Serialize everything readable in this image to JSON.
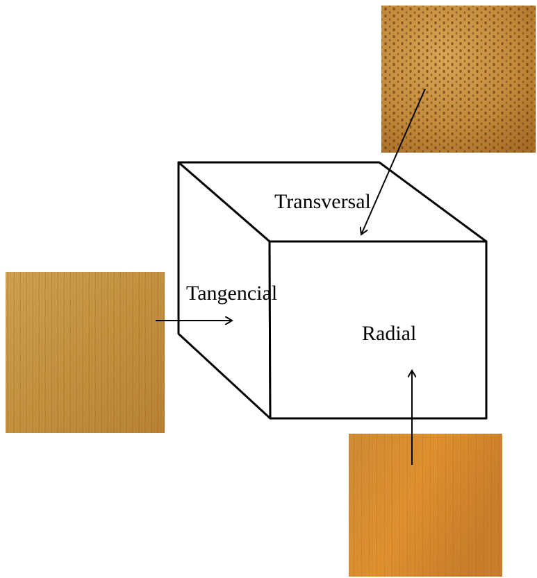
{
  "labels": {
    "top_face": "Transversal",
    "left_face": "Tangencial",
    "front_face": "Radial"
  },
  "samples": [
    {
      "name": "transversal-sample",
      "section": "top_face"
    },
    {
      "name": "tangencial-sample",
      "section": "left_face"
    },
    {
      "name": "radial-sample",
      "section": "front_face"
    }
  ],
  "colors": {
    "line": "#000000",
    "transversal_base": "#c28a3a",
    "transversal_pore": "#6b3f14",
    "tangencial_base": "#c99a48",
    "radial_base": "#d88a2e",
    "grain_dark": "#8a5a1e"
  }
}
